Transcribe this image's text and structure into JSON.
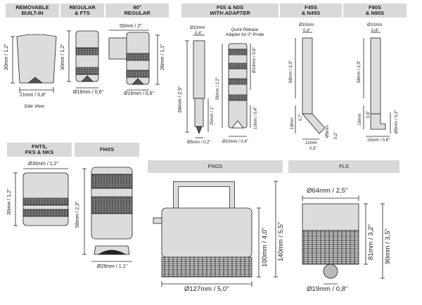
{
  "headers": {
    "removable": [
      "REMOVABLE",
      "BUILT-IN"
    ],
    "regular": [
      "REGULAR",
      "& FTS"
    ],
    "ninety": [
      "90°",
      "REGULAR"
    ],
    "f0s": [
      "F0S & N0S",
      "WITH ADAPTER"
    ],
    "f45s": [
      "F45S",
      "& N45S"
    ],
    "f90s": [
      "F90S",
      "& N90S"
    ],
    "fnts": [
      "FNTS,",
      "FKS & NKS"
    ],
    "fhxs": "FHXS",
    "fngs": "FNGS",
    "fls": "FLS"
  },
  "dims": {
    "removable_h": "30mm / 1,2\"",
    "removable_w": "21mm / 0,8\"",
    "side_view": "Side View",
    "regular_w": "Ø16mm / 0,6\"",
    "ninety_top": "50mm / 2\"",
    "ninety_h": "28mm / 1,1\"",
    "ninety_w": "Ø16mm / 0,6\"",
    "f0s_top": "Ø10mm",
    "f0s_top2": "0,4\"",
    "f0s_h": "64mm / 2,5\"",
    "f0s_tip": "25mm / 1\"",
    "f0s_bot": "Ø5mm / 0,2\"",
    "adapter_note": [
      "Quick Release",
      "Adapter for 0° Probe"
    ],
    "adapter_h": "56mm / 2,2\"",
    "adapter_d": "Ø14mm / 0,6\"",
    "adapter_bot": "Ø10mm / 0,4\"",
    "adapter_tip": "10mm / 0,4\"",
    "f45s_top": "Ø10mm",
    "f45s_top2": "0,4\"",
    "f45s_h": "58mm / 2,3\"",
    "f45s_low": "18mm",
    "f45s_low2": "0,7\"",
    "f45s_bot": "12mm",
    "f45s_bot2": "0,5\"",
    "f45s_tipd": "Ø5mm",
    "f45s_tipd2": "0,2\"",
    "f90s_top": "Ø10mm",
    "f90s_top2": "0,4\"",
    "f90s_h": "58mm / 2,3\"",
    "f90s_low": "16mm",
    "f90s_low2": "0,6\"",
    "f90s_bot": "15mm / 0,6\"",
    "f90s_tipd": "Ø5mm / 0,2\"",
    "fnts_top": "Ø30mm / 1,2\"",
    "fnts_h": "30mm / 1,2\"",
    "fhxs_h": "58mm / 2,3\"",
    "fhxs_w": "Ø28mm / 1,1\"",
    "fngs_h1": "100mm / 4,0\"",
    "fngs_h2": "140mm / 5,5\"",
    "fngs_w": "Ø127mm / 5,0\"",
    "fls_top": "Ø64mm / 2,5\"",
    "fls_h1": "81mm / 3,2\"",
    "fls_h2": "90mm / 3,5\"",
    "fls_bot": "Ø19mm / 0,8\""
  },
  "colors": {
    "header_bg": "#d9d9d9",
    "probe_fill": "#dcdcdc",
    "knurl_fill": "#9a9a9a",
    "line": "#222222"
  }
}
